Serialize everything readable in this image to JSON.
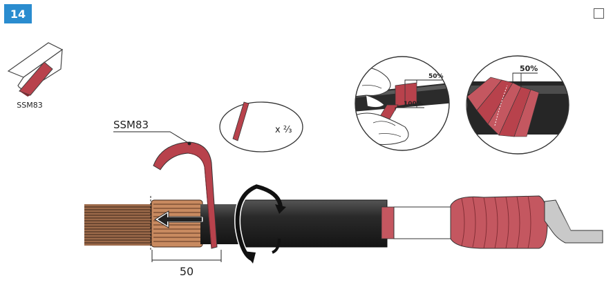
{
  "step": {
    "number": "14"
  },
  "material": {
    "code_small": "SSM83",
    "code_large": "SSM83"
  },
  "strip_count": "x ⅔",
  "dimension_label": "50",
  "overlap_detail_1": {
    "overlap_label": "50%",
    "full_label": "100%"
  },
  "overlap_detail_2": {
    "overlap_label": "50%"
  },
  "colors": {
    "tape": "#b8424c",
    "tape_light": "#d88a8f",
    "copper": "#b5734f",
    "cable_dark": "#2a2a2a",
    "badge": "#2a8ccf"
  }
}
